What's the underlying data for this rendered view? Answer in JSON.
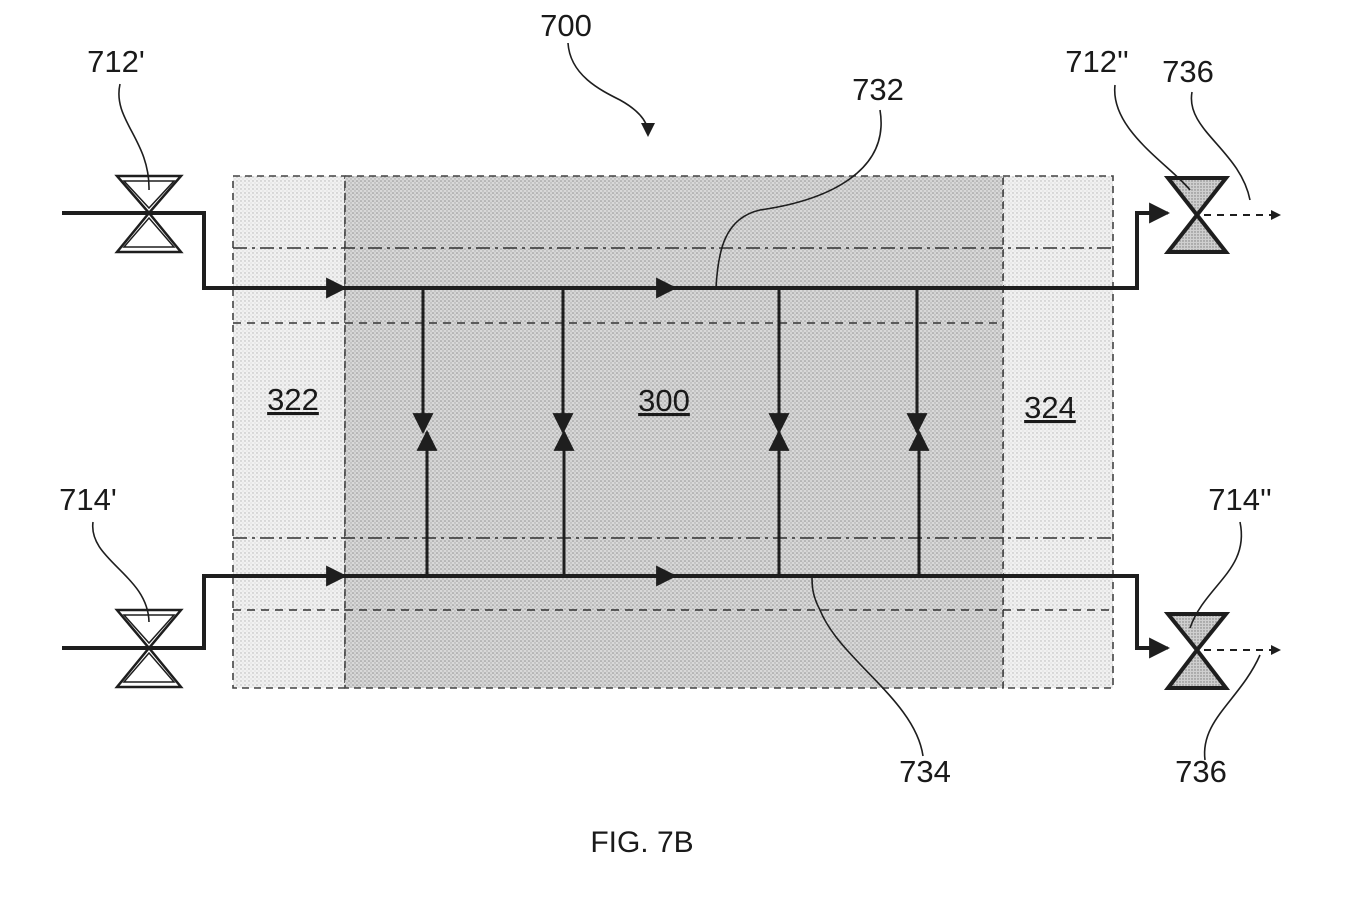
{
  "figure": {
    "caption": "FIG. 7B",
    "assembly_ref": "700",
    "zones": {
      "left": "322",
      "center": "300",
      "right": "324"
    },
    "lines": {
      "upper": "732",
      "lower": "734",
      "outlet_upper": "736",
      "outlet_lower": "736"
    },
    "valves": {
      "upper_inlet": "712'",
      "upper_outlet": "712''",
      "lower_inlet": "714'",
      "lower_outlet": "714''"
    }
  }
}
